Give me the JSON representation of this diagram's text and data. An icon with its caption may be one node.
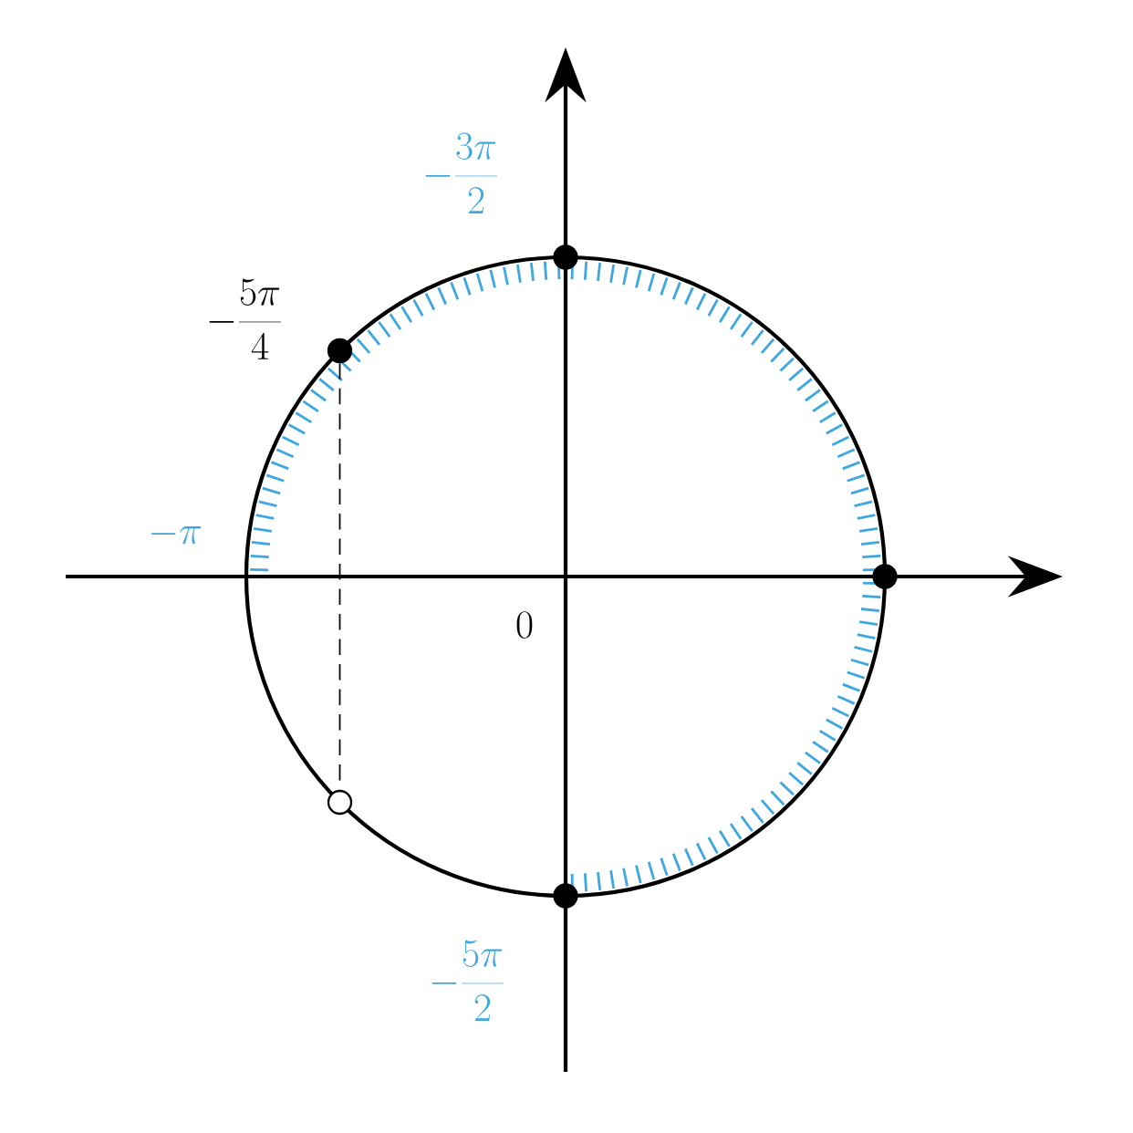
{
  "diagram": {
    "nodes": [
      {
        "text": [],
        "shape": "circle"
      },
      {
        "text": [],
        "shape": "circle"
      },
      {
        "text": [],
        "shape": "circle"
      },
      {
        "text": [],
        "shape": "circle"
      },
      {
        "text": [],
        "shape": "circle"
      }
    ],
    "edges": [
      {
        "from": 1,
        "to": 3,
        "arrow": "none",
        "style": "dashed"
      }
    ],
    "labels": [
      "-\\frac{3\\pi}{2}",
      "-\\frac{5\\pi}{4}",
      "-\\pi",
      "0",
      "-\\frac{5\\pi}{2}"
    ]
  }
}
